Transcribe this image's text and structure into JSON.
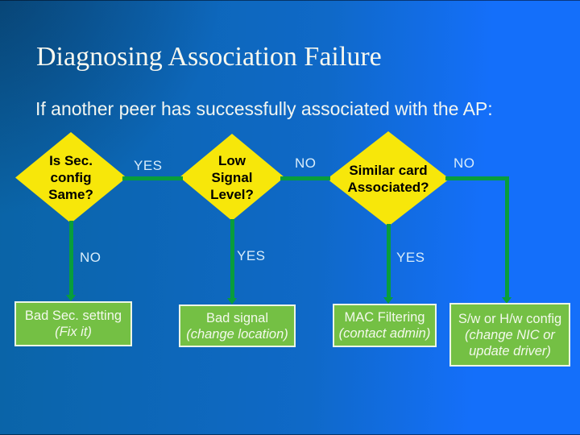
{
  "slide": {
    "title": "Diagnosing Association Failure",
    "subtitle": "If another peer has successfully associated with the AP:"
  },
  "colors": {
    "bg-left": "#0a64a6",
    "bg-right": "#146ffa",
    "diamond-fill": "#f7e70a",
    "diamond-text": "#000000",
    "connector-green": "#089d3c",
    "box-fill": "#74c044",
    "box-border": "#ecf5e6",
    "box-text": "#f3f9ec",
    "label-text": "#d9edfa",
    "title-text": "#f8f8ef"
  },
  "flowchart": {
    "decisions": [
      {
        "lines": [
          "Is Sec.",
          "config",
          "Same?"
        ]
      },
      {
        "lines": [
          "Low",
          "Signal",
          "Level?"
        ]
      },
      {
        "lines": [
          "Similar card",
          "Associated?"
        ]
      }
    ],
    "edges": {
      "d1_d2": "YES",
      "d2_d3": "NO",
      "d3_b4": "NO",
      "d1_b1": "NO",
      "d2_b2": "YES",
      "d3_b3": "YES"
    },
    "outcomes": [
      {
        "lines": [
          "Bad Sec. setting",
          "(Fix it)"
        ]
      },
      {
        "lines": [
          "Bad signal",
          "(change location)"
        ]
      },
      {
        "lines": [
          "MAC Filtering",
          "(contact admin)"
        ]
      },
      {
        "lines": [
          "S/w or H/w config",
          "(change NIC or",
          "update driver)"
        ]
      }
    ]
  }
}
